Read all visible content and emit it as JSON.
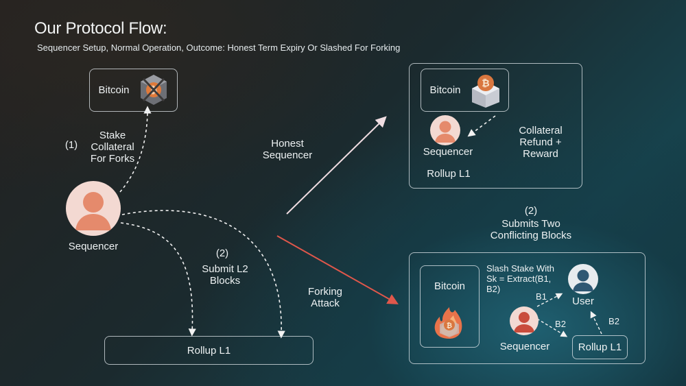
{
  "header": {
    "title": "Our Protocol Flow:",
    "subtitle": "Sequencer Setup, Normal Operation, Outcome: Honest Term Expiry Or Slashed For Forking"
  },
  "left": {
    "bitcoin_label": "Bitcoin",
    "step1_number": "(1)",
    "step1_text": "Stake\nCollateral\nFor Forks",
    "sequencer_label": "Sequencer",
    "step2_number": "(2)",
    "step2_text": "Submit L2\nBlocks",
    "rollup_label": "Rollup L1"
  },
  "middle": {
    "honest_label": "Honest\nSequencer",
    "forking_label": "Forking\nAttack"
  },
  "honest_panel": {
    "bitcoin_label": "Bitcoin",
    "sequencer_label": "Sequencer",
    "refund_text": "Collateral\nRefund +\nReward",
    "rollup_label": "Rollup L1"
  },
  "fork_caption": {
    "number": "(2)",
    "text": "Submits Two\nConflicting Blocks"
  },
  "fork_panel": {
    "bitcoin_label": "Bitcoin",
    "slash_text": "Slash Stake With\nSk = Extract(B1, B2)",
    "user_label": "User",
    "b1_label": "B1",
    "b2_label": "B2",
    "b2_rollup_label": "B2",
    "sequencer_label": "Sequencer",
    "rollup_label": "Rollup L1"
  },
  "colors": {
    "honest_arrow": "#f0dde2",
    "forking_arrow": "#e0574b",
    "avatar_bg": "#f3d9d2",
    "avatar_person": "#e58a6c",
    "bitcoin_orange": "#e07a3a"
  },
  "icons": [
    "bitcoin-crossed-icon",
    "bitcoin-icon",
    "bitcoin-burning-icon",
    "sequencer-avatar-icon",
    "user-avatar-icon"
  ]
}
